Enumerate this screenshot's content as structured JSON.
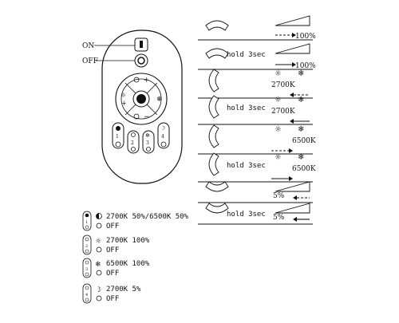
{
  "remote": {
    "on_label": "ON",
    "off_label": "OFF",
    "zone_numbers": [
      "1",
      "2",
      "3",
      "4"
    ]
  },
  "instructions": [
    {
      "hold": "",
      "right": "100%",
      "arrow": "dashed-right"
    },
    {
      "hold": "hold 3sec",
      "right": "100%",
      "arrow": "solid-right"
    },
    {
      "hold": "",
      "right": "2700K",
      "arrow": "dashed-left"
    },
    {
      "hold": "hold 3sec",
      "right": "2700K",
      "arrow": "solid-left"
    },
    {
      "hold": "",
      "right": "6500K",
      "arrow": "dashed-right"
    },
    {
      "hold": "hold 3sec",
      "right": "6500K",
      "arrow": "solid-right"
    },
    {
      "hold": "",
      "right": "5%",
      "arrow": "dashed-left"
    },
    {
      "hold": "hold 3sec",
      "right": "5%",
      "arrow": "solid-left"
    }
  ],
  "legend": [
    {
      "on_text": "2700K 50%/6500K 50%",
      "off_text": "OFF",
      "key": "1"
    },
    {
      "on_text": "2700K 100%",
      "off_text": "OFF",
      "key": "2"
    },
    {
      "on_text": "6500K 100%",
      "off_text": "OFF",
      "key": "3"
    },
    {
      "on_text": "2700K 5%",
      "off_text": "OFF",
      "key": "4"
    }
  ],
  "colors": {
    "ink": "#111111",
    "remote_fill": "#ffffff"
  }
}
